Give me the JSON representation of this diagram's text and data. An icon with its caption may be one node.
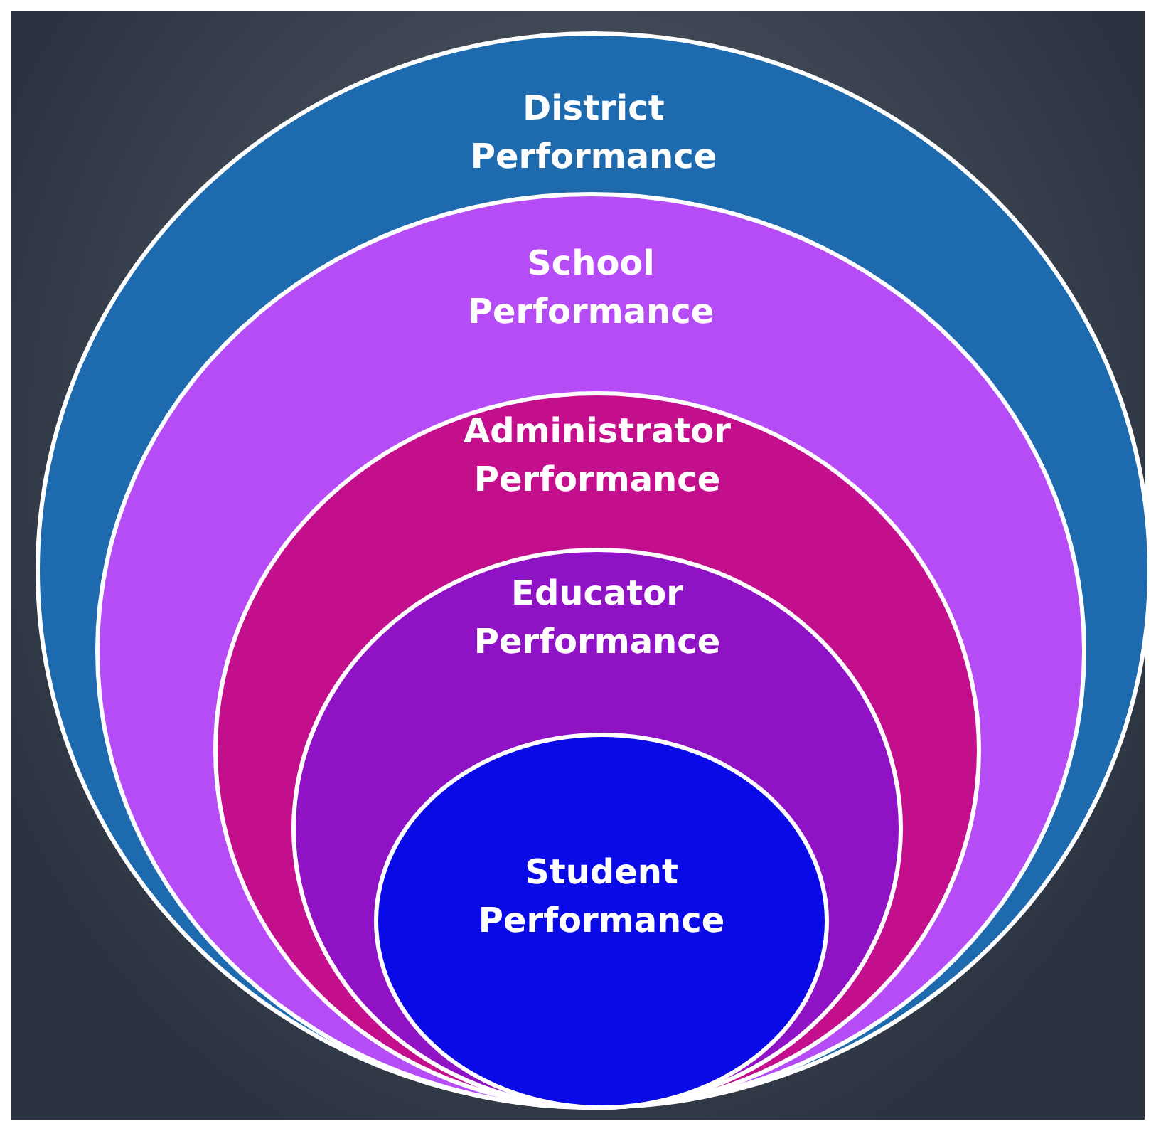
{
  "diagram": {
    "nodes": [
      {
        "text": [
          "District Performance"
        ]
      },
      {
        "text": [
          "School Performance"
        ],
        "in": 0
      },
      {
        "text": [
          "Administrator Performance"
        ],
        "in": 1
      },
      {
        "text": [
          "Educator Performance"
        ],
        "in": 2
      },
      {
        "text": [
          "Student Performance"
        ],
        "in": 3
      }
    ]
  }
}
